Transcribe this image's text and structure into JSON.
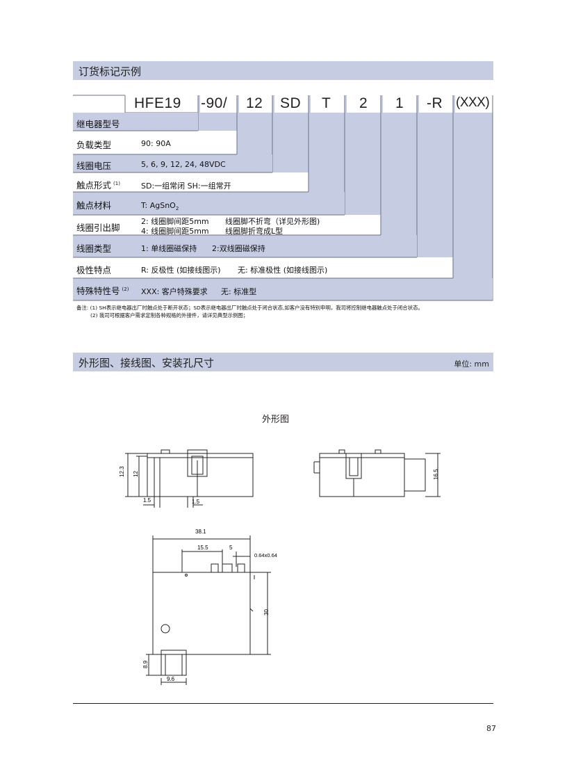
{
  "ordering": {
    "title": "订货标记示例",
    "code_parts": [
      "HFE19",
      "-90/",
      "12",
      "SD",
      "T",
      "2",
      "1",
      "-R",
      "(XXX)"
    ],
    "rows": [
      {
        "label": "继电器型号",
        "value": ""
      },
      {
        "label": "负载类型",
        "value": "90: 90A"
      },
      {
        "label": "线圈电压",
        "value": "5, 6, 9, 12, 24, 48VDC"
      },
      {
        "label": "触点形式",
        "sup": "(1)",
        "value": "SD:一组常闭 SH:一组常开"
      },
      {
        "label": "触点材料",
        "value": "T: AgSnO",
        "value_sub": "2"
      },
      {
        "label": "线圈引出脚",
        "value": "2: 线圈脚间距5mm",
        "value_b": "线圈脚不折弯（详见外形图)",
        "value2": "4: 线圈脚间距5mm",
        "value2_b": "线圈脚折弯成L型"
      },
      {
        "label": "线圈类型",
        "value": "1: 单线圈磁保持",
        "value_b": "2:双线圈磁保持"
      },
      {
        "label": "极性特点",
        "value": "R: 反极性 (如接线图示)",
        "value_b": "无: 标准极性 (如接线图示)"
      },
      {
        "label": "特殊特性号",
        "sup": "(2)",
        "value": "XXX: 客户特殊要求",
        "value_b": "无:  标准型"
      }
    ],
    "notes": [
      "备注: (1)  SH表示继电器出厂时触点处于断开状态；SD表示继电器出厂时触点处于闭合状态,如客户没有特别申明，我司将控制继电器触点处于闭合状态。",
      "(2)  我司可根据客户需求定制各种规格的外接件，请详见典型示例图；"
    ]
  },
  "dimensions": {
    "title": "外形图、接线图、安装孔尺寸",
    "unit": "单位: mm",
    "figure_title": "外形图",
    "labels": {
      "h12_3": "12.3",
      "h12": "12",
      "w1_5a": "1.5",
      "w1_5b": "1.5",
      "h16_5": "16.5",
      "w38_1": "38.1",
      "w15_5": "15.5",
      "w5": "5",
      "pin": "0.64x0.64",
      "h30": "30",
      "h8_9": "8.9",
      "w9_6": "9.6"
    }
  },
  "page_number": "87",
  "colors": {
    "band": "#c6cde3",
    "line": "#231f20"
  }
}
